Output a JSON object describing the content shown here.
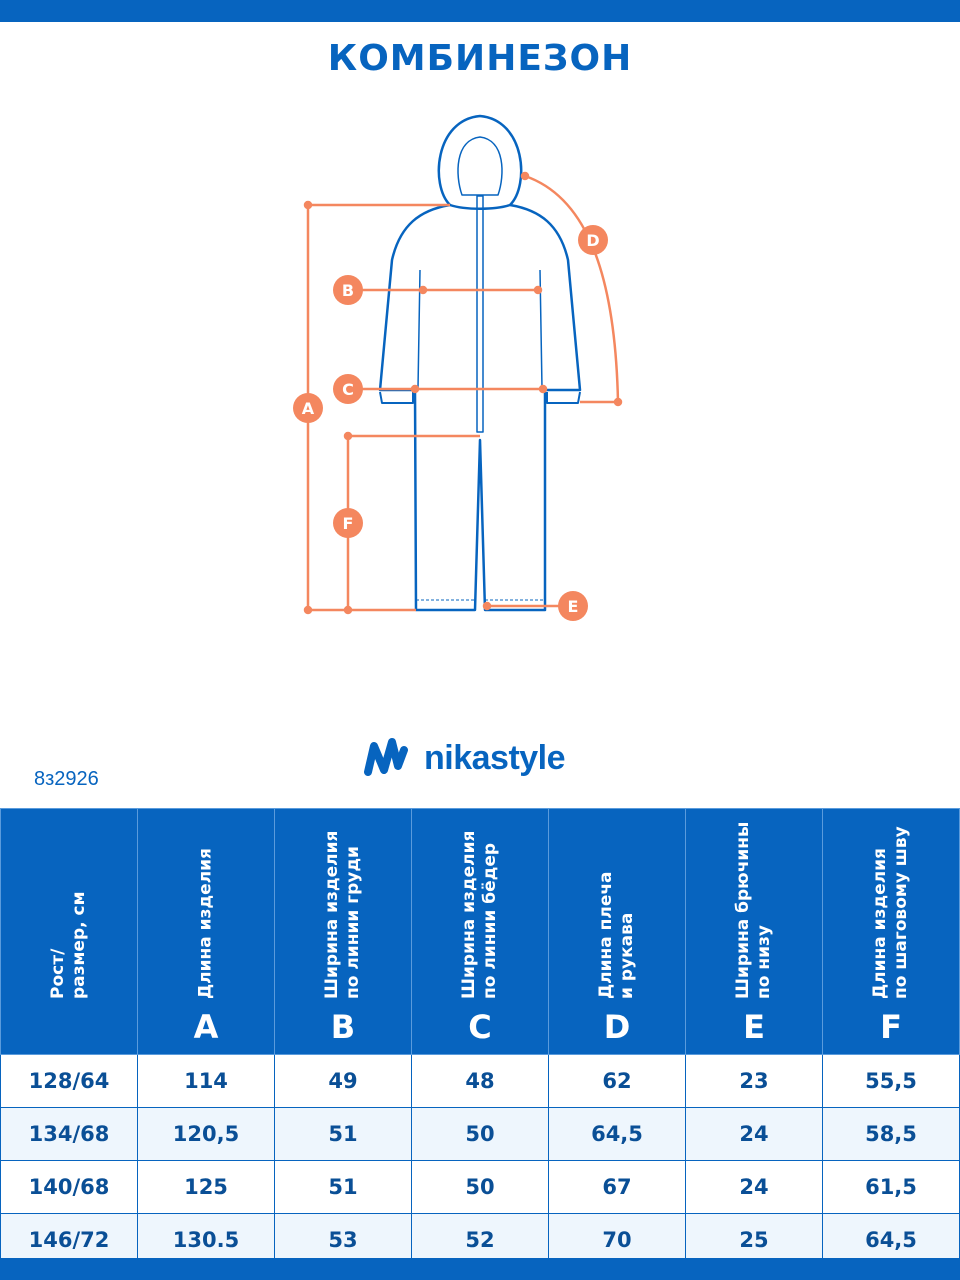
{
  "title": "КОМБИНЕЗОН",
  "diagram_labels": [
    "A",
    "B",
    "C",
    "D",
    "E",
    "F"
  ],
  "brand": "nikastyle",
  "article": "8з2926",
  "colors": {
    "brand_blue": "#0764bf",
    "measure_orange": "#f4875f"
  },
  "table": {
    "headers": [
      {
        "text": "Рост/\nразмер, см",
        "letter": ""
      },
      {
        "text": "Длина изделия",
        "letter": "A"
      },
      {
        "text": "Ширина изделия\nпо линии груди",
        "letter": "B"
      },
      {
        "text": "Ширина изделия\nпо линии бёдер",
        "letter": "C"
      },
      {
        "text": "Длина плеча\nи рукава",
        "letter": "D"
      },
      {
        "text": "Ширина брючины\nпо низу",
        "letter": "E"
      },
      {
        "text": "Длина изделия\nпо шаговому шву",
        "letter": "F"
      }
    ],
    "rows": [
      [
        "128/64",
        "114",
        "49",
        "48",
        "62",
        "23",
        "55,5"
      ],
      [
        "134/68",
        "120,5",
        "51",
        "50",
        "64,5",
        "24",
        "58,5"
      ],
      [
        "140/68",
        "125",
        "51",
        "50",
        "67",
        "24",
        "61,5"
      ],
      [
        "146/72",
        "130.5",
        "53",
        "52",
        "70",
        "25",
        "64,5"
      ]
    ]
  }
}
